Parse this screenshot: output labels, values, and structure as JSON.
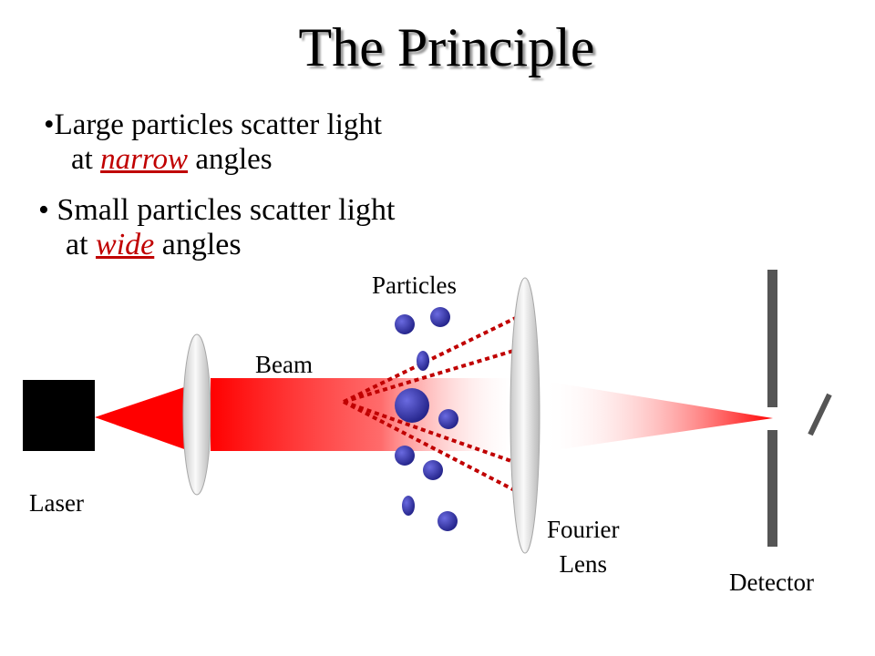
{
  "title": "The Principle",
  "bullets": [
    {
      "marker": "•",
      "line1_text": "Large particles scatter light",
      "line2_prefix": "at ",
      "line2_emphasis": "narrow",
      "line2_suffix": " angles"
    },
    {
      "marker": "•",
      "line1_text": " Small particles scatter light",
      "line2_prefix": "at ",
      "line2_emphasis": "wide",
      "line2_suffix": " angles"
    }
  ],
  "labels": {
    "particles": "Particles",
    "beam": "Beam",
    "laser": "Laser",
    "fourier_line1": "Fourier",
    "fourier_line2": "Lens",
    "detector": "Detector"
  },
  "colors": {
    "beam": "#ff0000",
    "scatter_lines": "#c00000",
    "particles": "#2a2aa0",
    "laser_box": "#000000",
    "detector": "#555555",
    "emphasis": "#c00000"
  }
}
